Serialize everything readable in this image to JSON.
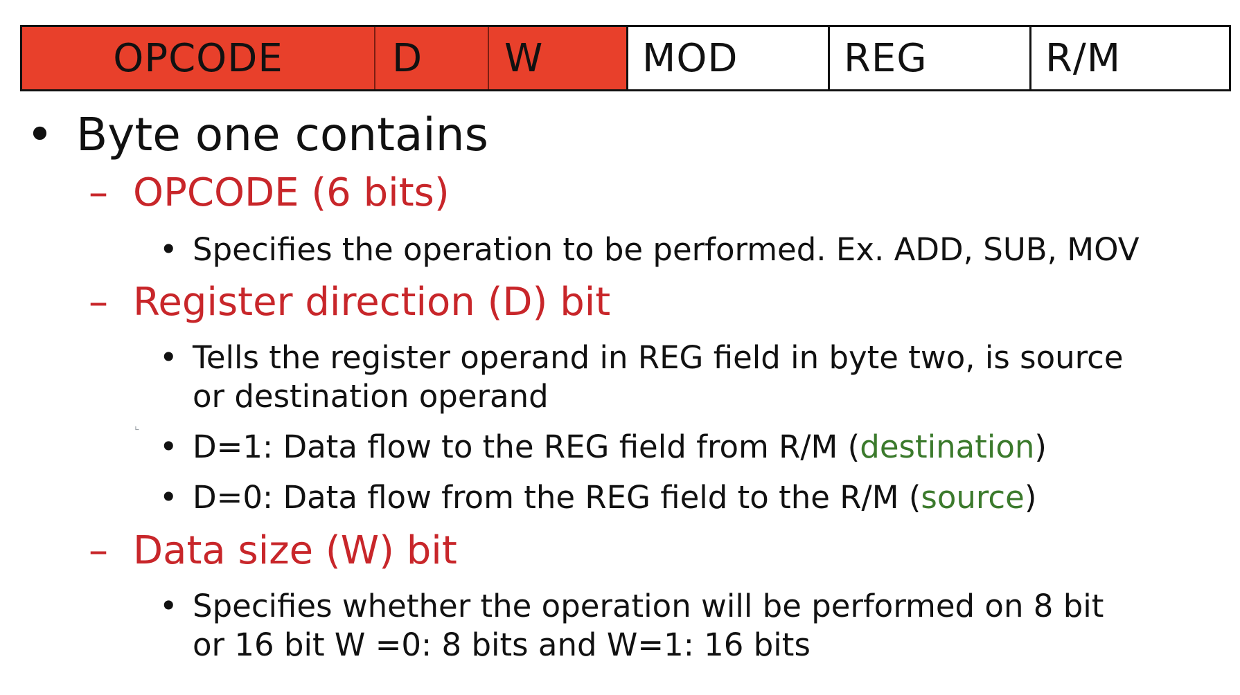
{
  "format": {
    "opcode": "OPCODE",
    "d": "D",
    "w": "W",
    "mod": "MOD",
    "reg": "REG",
    "rm": "R/M",
    "highlight_color": "#e8402b"
  },
  "content": {
    "heading": "Byte one contains",
    "opcode": {
      "title": "OPCODE (6 bits)",
      "desc": "Specifies the operation to be performed. Ex. ADD, SUB, MOV"
    },
    "direction": {
      "title": "Register direction (D) bit",
      "desc_line1": "Tells the register operand in REG field in byte two, is source",
      "desc_line2": "or destination operand",
      "d1_prefix": "D=1: Data flow to the REG field from R/M (",
      "d1_highlight": "destination",
      "d1_suffix": ")",
      "d0_prefix": "D=0: Data flow from the REG field to the R/M (",
      "d0_highlight": "source",
      "d0_suffix": ")"
    },
    "size": {
      "title": "Data size (W) bit",
      "desc_line1": "Specifies whether the operation will be performed on 8 bit",
      "desc_line2": "or 16 bit W =0: 8 bits and  W=1: 16 bits"
    },
    "colors": {
      "subheading": "#c8262a",
      "highlight": "#3b7a2c"
    }
  }
}
